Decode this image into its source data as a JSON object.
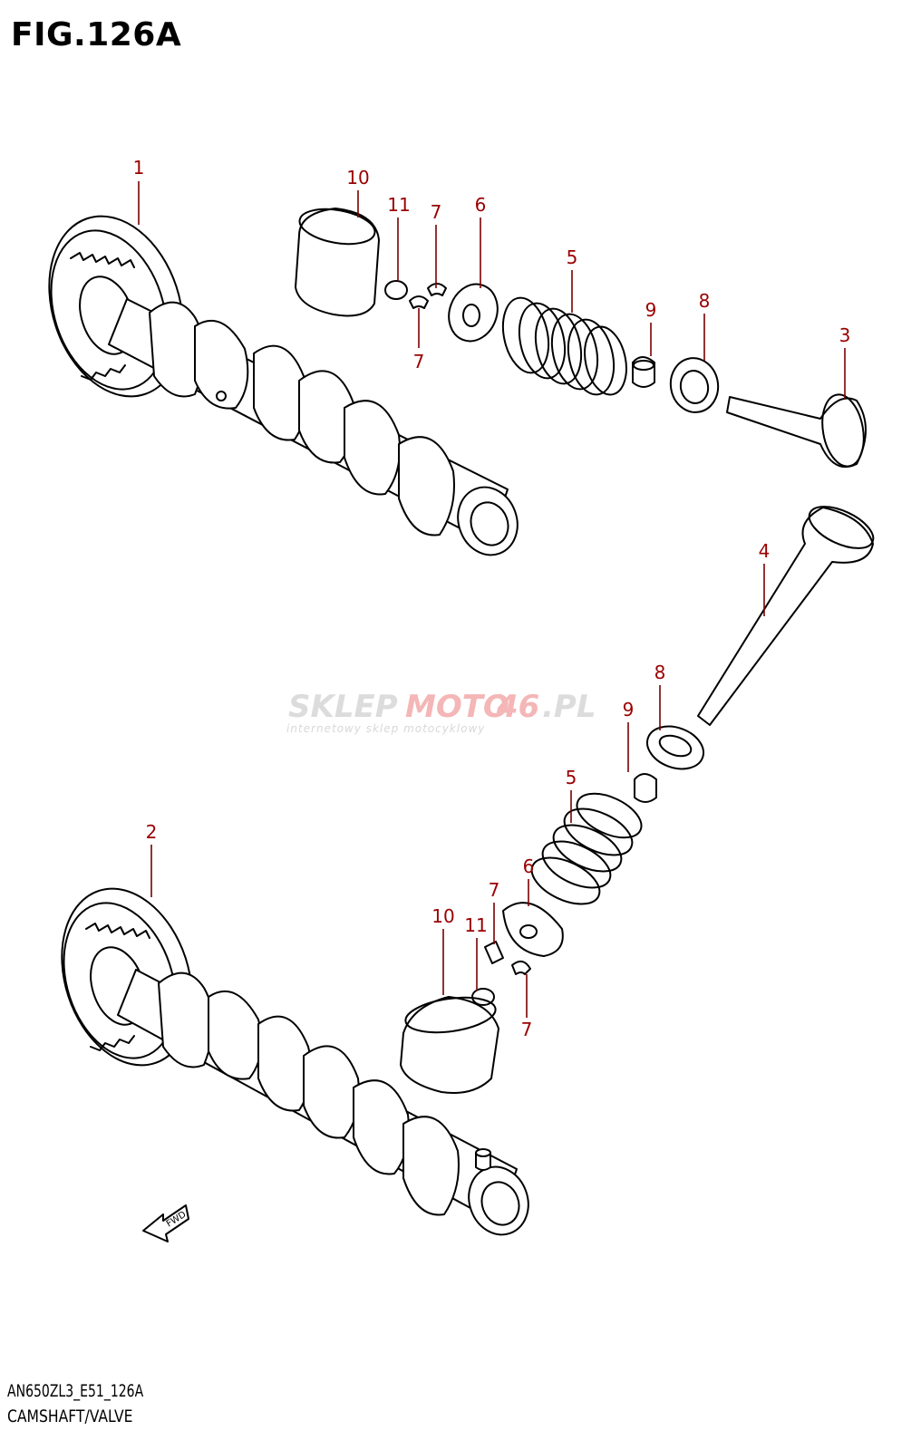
{
  "figure": {
    "title": "FIG.126A",
    "code": "AN650ZL3_E51_126A",
    "name": "CAMSHAFT/VALVE"
  },
  "watermark": {
    "brand_part1": "SKLEP",
    "brand_part2": "MOTO",
    "brand_part3": "46",
    "brand_part4": ".PL",
    "tagline": "internetowy sklep motocyklowy",
    "color_light": "#dcdcdc",
    "color_accent": "#f4b6b6"
  },
  "direction_arrow": {
    "label": "FWD"
  },
  "callouts": {
    "c1": "1",
    "c2": "2",
    "c3": "3",
    "c4": "4",
    "c5a": "5",
    "c5b": "5",
    "c6a": "6",
    "c6b": "6",
    "c7a": "7",
    "c7b": "7",
    "c7c": "7",
    "c7d": "7",
    "c8a": "8",
    "c8b": "8",
    "c9a": "9",
    "c9b": "9",
    "c10a": "10",
    "c10b": "10",
    "c11a": "11",
    "c11b": "11"
  },
  "colors": {
    "callout": "#9a0000",
    "line": "#000000"
  }
}
